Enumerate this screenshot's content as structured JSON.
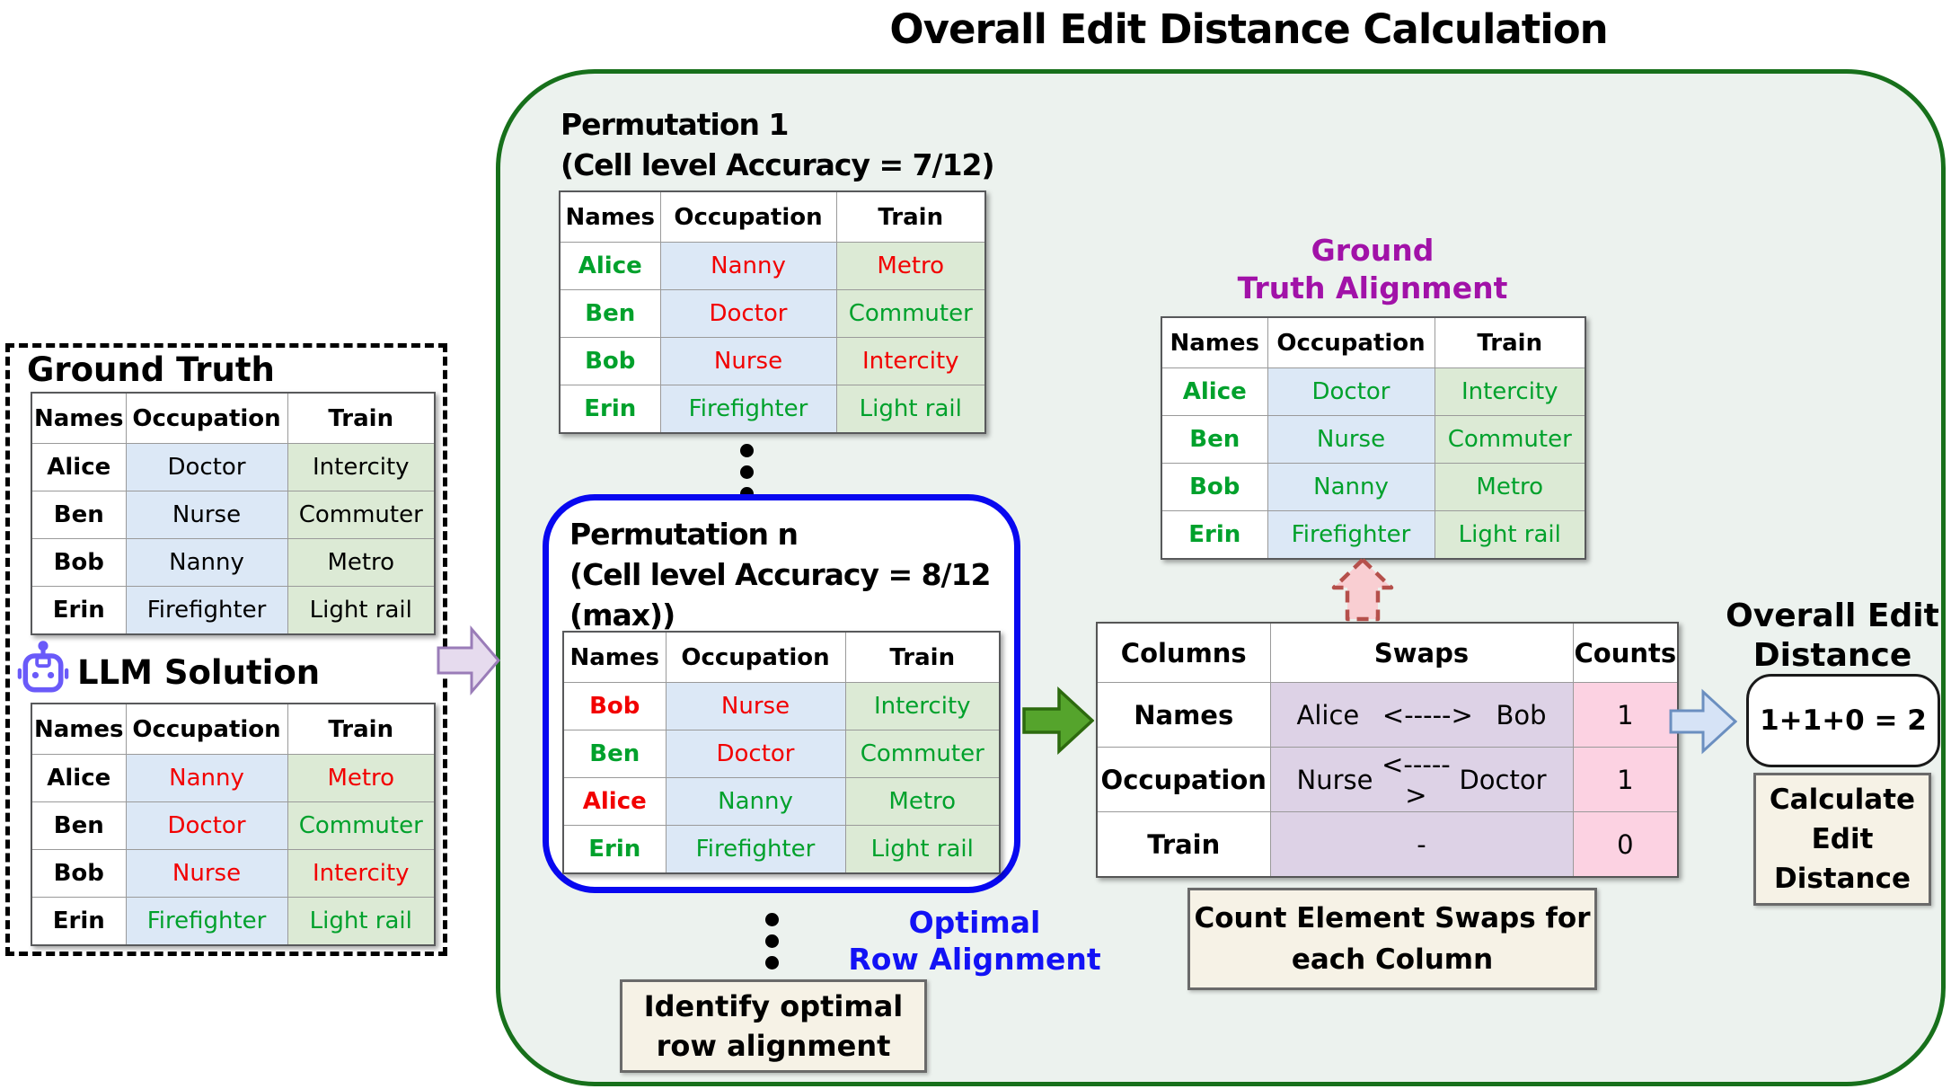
{
  "title": "Overall Edit Distance Calculation",
  "colors": {
    "correct_green_text": "#00a12c",
    "incorrect_red_text": "#f20000",
    "purple_heading": "#a112a8",
    "blue_accent": "#1212f5",
    "container_border_green": "#17701b",
    "container_bg": "#ecf2ee",
    "occupation_col_bg": "#dce8f6",
    "train_col_bg": "#dcead5",
    "swap_cell_bg": "#ddd2e6",
    "count_cell_bg": "#fcd2e2",
    "note_box_bg": "#f6f2e6",
    "robot_icon_color": "#6a5af9"
  },
  "left_panel": {
    "ground_truth_label": "Ground Truth",
    "llm_solution_label": "LLM Solution",
    "robot_icon": "robot-icon"
  },
  "permutation_1_title": [
    "Permutation 1",
    "(Cell level Accuracy = 7/12)"
  ],
  "permutation_n_title": [
    "Permutation n",
    "(Cell level Accuracy = 8/12",
    "(max))"
  ],
  "gt_alignment_title": [
    "Ground",
    "Truth Alignment"
  ],
  "optimal_row_alignment_label": [
    "Optimal",
    "Row Alignment"
  ],
  "identify_box": [
    "Identify optimal",
    "row alignment"
  ],
  "count_box": [
    "Count Element Swaps for",
    "each Column"
  ],
  "overall_edit_distance_title": [
    "Overall Edit",
    "Distance"
  ],
  "result_expression": "1+1+0 = 2",
  "calculate_box": [
    "Calculate",
    "Edit",
    "Distance"
  ],
  "tables": {
    "ground_truth": {
      "headers": [
        "Names",
        "Occupation",
        "Train"
      ],
      "rows": [
        [
          {
            "t": "Alice",
            "c": "black"
          },
          {
            "t": "Doctor",
            "c": "black"
          },
          {
            "t": "Intercity",
            "c": "black"
          }
        ],
        [
          {
            "t": "Ben",
            "c": "black"
          },
          {
            "t": "Nurse",
            "c": "black"
          },
          {
            "t": "Commuter",
            "c": "black"
          }
        ],
        [
          {
            "t": "Bob",
            "c": "black"
          },
          {
            "t": "Nanny",
            "c": "black"
          },
          {
            "t": "Metro",
            "c": "black"
          }
        ],
        [
          {
            "t": "Erin",
            "c": "black"
          },
          {
            "t": "Firefighter",
            "c": "black"
          },
          {
            "t": "Light rail",
            "c": "black"
          }
        ]
      ]
    },
    "llm_solution": {
      "headers": [
        "Names",
        "Occupation",
        "Train"
      ],
      "rows": [
        [
          {
            "t": "Alice",
            "c": "black"
          },
          {
            "t": "Nanny",
            "c": "red"
          },
          {
            "t": "Metro",
            "c": "red"
          }
        ],
        [
          {
            "t": "Ben",
            "c": "black"
          },
          {
            "t": "Doctor",
            "c": "red"
          },
          {
            "t": "Commuter",
            "c": "green"
          }
        ],
        [
          {
            "t": "Bob",
            "c": "black"
          },
          {
            "t": "Nurse",
            "c": "red"
          },
          {
            "t": "Intercity",
            "c": "red"
          }
        ],
        [
          {
            "t": "Erin",
            "c": "black"
          },
          {
            "t": "Firefighter",
            "c": "green"
          },
          {
            "t": "Light rail",
            "c": "green"
          }
        ]
      ]
    },
    "permutation_1": {
      "headers": [
        "Names",
        "Occupation",
        "Train"
      ],
      "rows": [
        [
          {
            "t": "Alice",
            "c": "green"
          },
          {
            "t": "Nanny",
            "c": "red"
          },
          {
            "t": "Metro",
            "c": "red"
          }
        ],
        [
          {
            "t": "Ben",
            "c": "green"
          },
          {
            "t": "Doctor",
            "c": "red"
          },
          {
            "t": "Commuter",
            "c": "green"
          }
        ],
        [
          {
            "t": "Bob",
            "c": "green"
          },
          {
            "t": "Nurse",
            "c": "red"
          },
          {
            "t": "Intercity",
            "c": "red"
          }
        ],
        [
          {
            "t": "Erin",
            "c": "green"
          },
          {
            "t": "Firefighter",
            "c": "green"
          },
          {
            "t": "Light rail",
            "c": "green"
          }
        ]
      ]
    },
    "permutation_n": {
      "headers": [
        "Names",
        "Occupation",
        "Train"
      ],
      "rows": [
        [
          {
            "t": "Bob",
            "c": "red"
          },
          {
            "t": "Nurse",
            "c": "red"
          },
          {
            "t": "Intercity",
            "c": "green"
          }
        ],
        [
          {
            "t": "Ben",
            "c": "green"
          },
          {
            "t": "Doctor",
            "c": "red"
          },
          {
            "t": "Commuter",
            "c": "green"
          }
        ],
        [
          {
            "t": "Alice",
            "c": "red"
          },
          {
            "t": "Nanny",
            "c": "green"
          },
          {
            "t": "Metro",
            "c": "green"
          }
        ],
        [
          {
            "t": "Erin",
            "c": "green"
          },
          {
            "t": "Firefighter",
            "c": "green"
          },
          {
            "t": "Light rail",
            "c": "green"
          }
        ]
      ]
    },
    "gt_alignment": {
      "headers": [
        "Names",
        "Occupation",
        "Train"
      ],
      "rows": [
        [
          {
            "t": "Alice",
            "c": "green"
          },
          {
            "t": "Doctor",
            "c": "green"
          },
          {
            "t": "Intercity",
            "c": "green"
          }
        ],
        [
          {
            "t": "Ben",
            "c": "green"
          },
          {
            "t": "Nurse",
            "c": "green"
          },
          {
            "t": "Commuter",
            "c": "green"
          }
        ],
        [
          {
            "t": "Bob",
            "c": "green"
          },
          {
            "t": "Nanny",
            "c": "green"
          },
          {
            "t": "Metro",
            "c": "green"
          }
        ],
        [
          {
            "t": "Erin",
            "c": "green"
          },
          {
            "t": "Firefighter",
            "c": "green"
          },
          {
            "t": "Light rail",
            "c": "green"
          }
        ]
      ]
    }
  },
  "swaps": {
    "headers": [
      "Columns",
      "Swaps",
      "Counts"
    ],
    "rows": [
      {
        "column": "Names",
        "left": "Alice",
        "arrow": "<----->",
        "right": "Bob",
        "count": "1"
      },
      {
        "column": "Occupation",
        "left": "Nurse",
        "arrow": "<----->",
        "right": "Doctor",
        "count": "1"
      },
      {
        "column": "Train",
        "left": "",
        "arrow": "-",
        "right": "",
        "count": "0"
      }
    ]
  }
}
